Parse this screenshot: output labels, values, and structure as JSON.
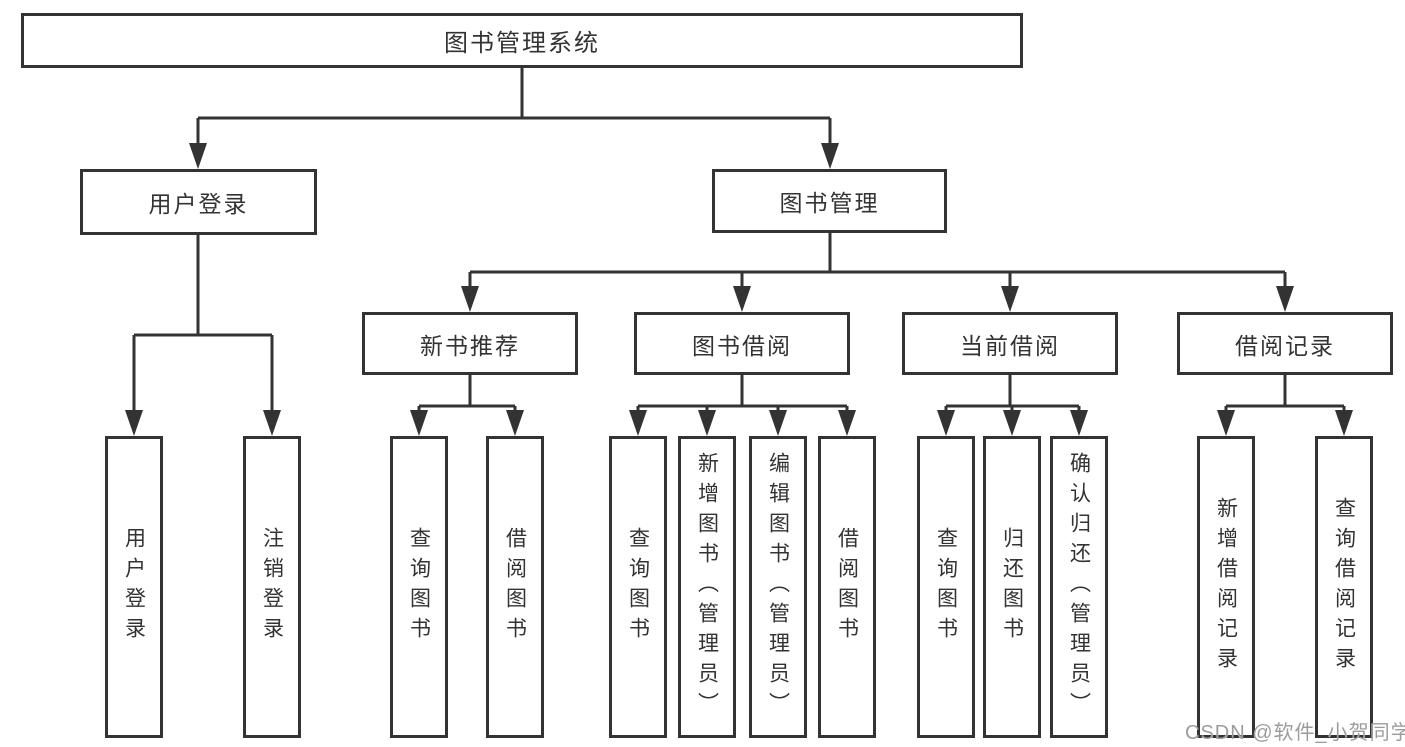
{
  "diagram": {
    "root": "图书管理系统",
    "level2": [
      "用户登录",
      "图书管理"
    ],
    "level3": [
      "新书推荐",
      "图书借阅",
      "当前借阅",
      "借阅记录"
    ],
    "leaves": {
      "user_login": [
        "用户登录",
        "注销登录"
      ],
      "new_book_recommend": [
        "查询图书",
        "借阅图书"
      ],
      "book_borrow": [
        "查询图书",
        "新增图书（管理员）",
        "编辑图书（管理员）",
        "借阅图书"
      ],
      "current_borrow": [
        "查询图书",
        "归还图书",
        "确认归还（管理员）"
      ],
      "borrow_records": [
        "新增借阅记录",
        "查询借阅记录"
      ]
    },
    "watermark": "CSDN @软件_小贺同学",
    "colors": {
      "line": "#333333",
      "text": "#333333",
      "watermark": "#9c9c9c",
      "background": "#ffffff"
    }
  }
}
